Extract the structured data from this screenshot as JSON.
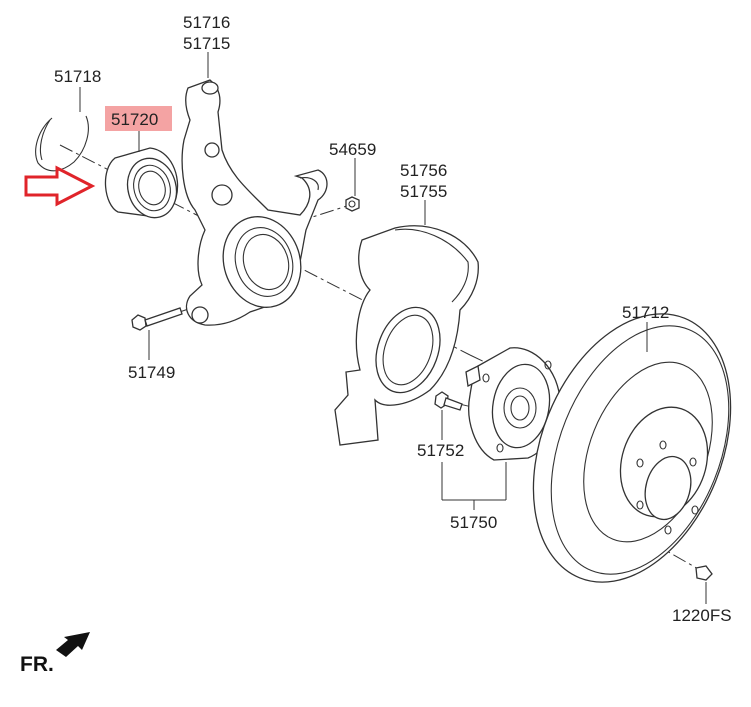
{
  "labels": {
    "p51716": "51716",
    "p51715": "51715",
    "p51718": "51718",
    "p51720": "51720",
    "p54659": "54659",
    "p51756": "51756",
    "p51755": "51755",
    "p51749": "51749",
    "p51712": "51712",
    "p51752": "51752",
    "p51750": "51750",
    "p1220fs": "1220FS"
  },
  "highlight_color": "#f4a3a3",
  "arrow_color": "#e0242a",
  "orientation_label": "FR."
}
